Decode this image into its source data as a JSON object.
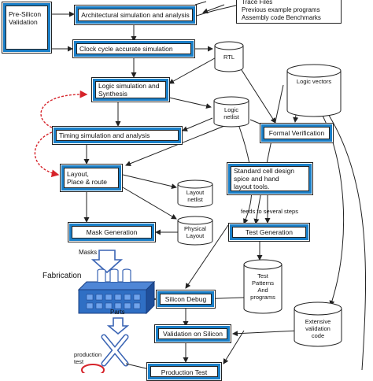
{
  "boxes": {
    "pre_silicon": "Pre-Silicon\nValidation",
    "arch_sim": "Architectural simulation and analysis",
    "clock_sim": "Clock cycle accurate simulation",
    "logic_sim": "Logic simulation and\nSynthesis",
    "timing_sim": "Timing simulation and analysis",
    "layout": "Layout,\nPlace & route",
    "mask_gen": "Mask Generation",
    "formal_ver": "Formal Verification",
    "std_cell": "Standard cell design\nspice and hand\nlayout tools.",
    "test_gen": "Test Generation",
    "silicon_debug": "Silicon Debug",
    "validation_silicon": "Validation on Silicon",
    "production_test": "Production Test"
  },
  "trace_note": "Trace Files\nPrevious example programs\nAssembly code Benchmarks",
  "cylinders": {
    "rtl": "RTL",
    "logic_vectors": "Logic vectors",
    "logic_netlist": "Logic\nnetlist",
    "layout_netlist": "Layout\nnetlist",
    "physical_layout": "Physical\nLayout",
    "test_patterns": "Test\nPatterns\nAnd\nprograms",
    "extensive_validation": "Extensive\nvalidation\ncode"
  },
  "labels": {
    "feeds": "feeds to several steps",
    "masks": "Masks",
    "fabrication": "Fabrication",
    "parts": "Parts",
    "production_test_label": "production\ntest"
  },
  "colors": {
    "box_border": "#1a7fc8",
    "fab_block": "#2f6fc4",
    "feedback_arrow": "#d6232a",
    "hollow_arrow": "#3a64b4"
  }
}
